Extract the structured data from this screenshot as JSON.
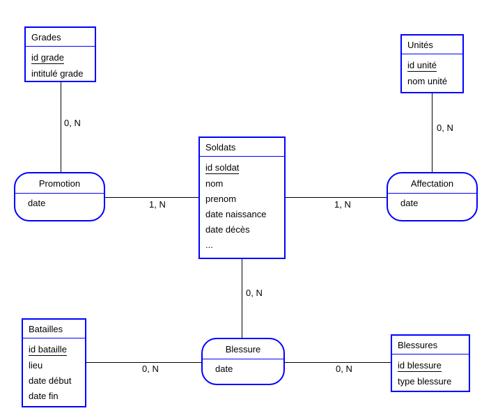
{
  "colors": {
    "box_border": "#0000ff",
    "connector_line": "#000000",
    "text": "#000000",
    "background": "#ffffff"
  },
  "entities": [
    {
      "title": "Grades",
      "attributes": [
        {
          "text": "id grade",
          "underlined": true
        },
        {
          "text": "intitulé grade",
          "underlined": false
        }
      ]
    },
    {
      "title": "Unités",
      "attributes": [
        {
          "text": "id unité",
          "underlined": true
        },
        {
          "text": "nom unité",
          "underlined": false
        }
      ]
    },
    {
      "title": "Soldats",
      "attributes": [
        {
          "text": "id soldat",
          "underlined": true
        },
        {
          "text": "nom",
          "underlined": false
        },
        {
          "text": "prenom",
          "underlined": false
        },
        {
          "text": "date naissance",
          "underlined": false
        },
        {
          "text": "date décès",
          "underlined": false
        },
        {
          "text": "...",
          "underlined": false
        }
      ]
    },
    {
      "title": "Batailles",
      "attributes": [
        {
          "text": "id bataille",
          "underlined": true
        },
        {
          "text": "lieu",
          "underlined": false
        },
        {
          "text": "date début",
          "underlined": false
        },
        {
          "text": "date fin",
          "underlined": false
        }
      ]
    },
    {
      "title": "Blessures",
      "attributes": [
        {
          "text": "id blessure",
          "underlined": true
        },
        {
          "text": "type blessure",
          "underlined": false
        }
      ]
    }
  ],
  "relations": [
    {
      "title": "Promotion",
      "attribute": "date"
    },
    {
      "title": "Affectation",
      "attribute": "date"
    },
    {
      "title": "Blessure",
      "attribute": "date"
    }
  ],
  "cardinalities": [
    {
      "label": "0, N",
      "connects": "Grades – Promotion"
    },
    {
      "label": "1, N",
      "connects": "Promotion – Soldats"
    },
    {
      "label": "0, N",
      "connects": "Unités – Affectation"
    },
    {
      "label": "1, N",
      "connects": "Soldats – Affectation"
    },
    {
      "label": "0, N",
      "connects": "Soldats – Blessure"
    },
    {
      "label": "0, N",
      "connects": "Batailles – Blessure"
    },
    {
      "label": "0, N",
      "connects": "Blessure – Blessures"
    }
  ]
}
